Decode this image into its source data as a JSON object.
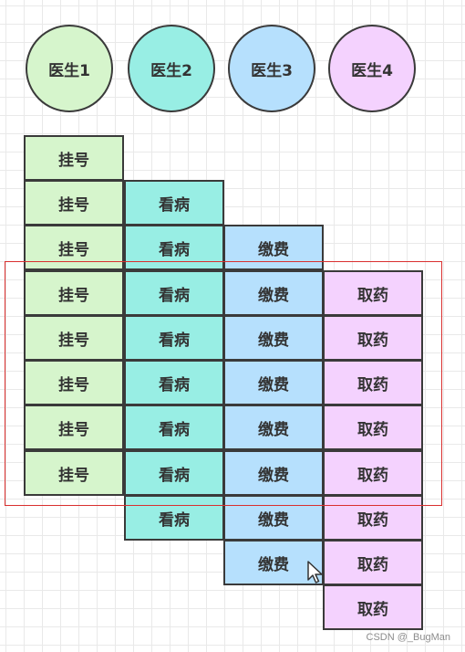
{
  "doctors": [
    {
      "label": "医生1",
      "color": "#d6f5cc"
    },
    {
      "label": "医生2",
      "color": "#98eee4"
    },
    {
      "label": "医生3",
      "color": "#b6e0fd"
    },
    {
      "label": "医生4",
      "color": "#f4d2fe"
    }
  ],
  "steps": {
    "register": "挂号",
    "diagnose": "看病",
    "pay": "缴费",
    "medicine": "取药"
  },
  "watermark": "CSDN @_BugMan"
}
